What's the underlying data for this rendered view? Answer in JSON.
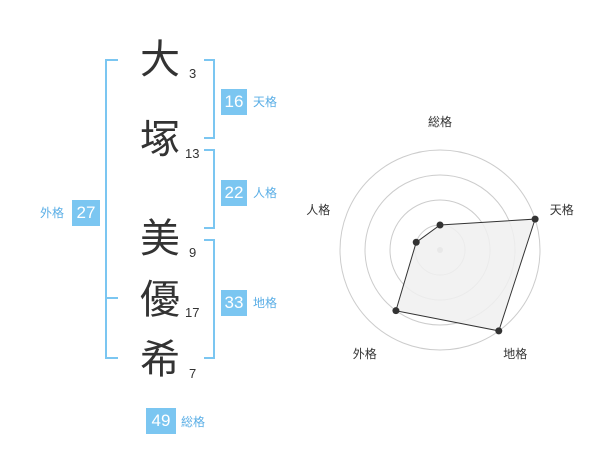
{
  "name": {
    "characters": [
      {
        "char": "大",
        "strokes": "3"
      },
      {
        "char": "塚",
        "strokes": "13"
      },
      {
        "char": "美",
        "strokes": "9"
      },
      {
        "char": "優",
        "strokes": "17"
      },
      {
        "char": "希",
        "strokes": "7"
      }
    ]
  },
  "fortunes": {
    "tenkaku": {
      "value": "16",
      "label": "天格"
    },
    "jinkaku": {
      "value": "22",
      "label": "人格"
    },
    "chikaku": {
      "value": "33",
      "label": "地格"
    },
    "gaikaku": {
      "value": "27",
      "label": "外格"
    },
    "soukaku": {
      "value": "49",
      "label": "総格"
    }
  },
  "colors": {
    "accent": "#7bc6f1",
    "accent_text": "#5aaee6",
    "text": "#333333"
  },
  "chart_data": {
    "type": "radar",
    "axes": [
      "総格",
      "天格",
      "地格",
      "外格",
      "人格"
    ],
    "values": [
      1,
      4,
      4,
      3,
      1
    ],
    "scale_max": 4,
    "rings": 4,
    "fill": "#f0f0f0",
    "stroke": "#333333"
  }
}
